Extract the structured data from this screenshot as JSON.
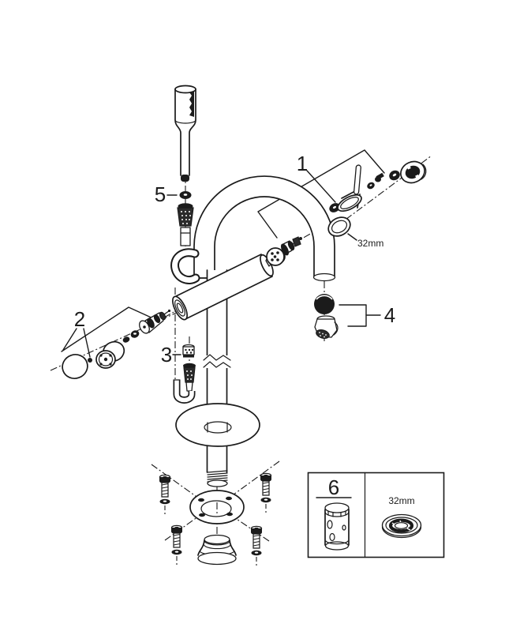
{
  "diagram": {
    "callouts": {
      "part1": "1",
      "part2": "2",
      "part3": "3",
      "part4": "4",
      "part5": "5",
      "part6": "6"
    },
    "dimensions": {
      "drain_ring_size": "32mm",
      "inset_ring_size": "32mm"
    },
    "colors": {
      "line": "#1b1b1b",
      "background": "#ffffff"
    }
  }
}
